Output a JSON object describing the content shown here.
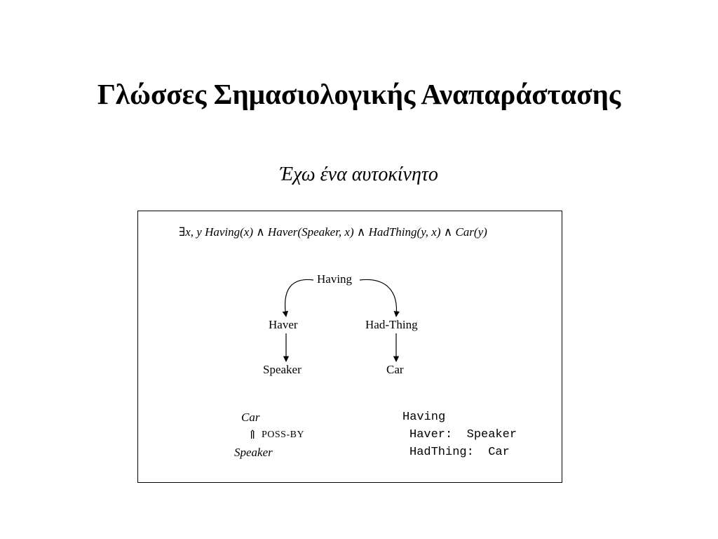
{
  "slide": {
    "title": "Γλώσσες Σημασιολογικής Αναπαράστασης",
    "subtitle": "Έχω ένα αυτοκίνητο"
  },
  "figure": {
    "logic_formula": "∃x, y Having(x) ∧ Haver(Speaker, x) ∧ HadThing(y, x) ∧ Car(y)",
    "graph": {
      "root": "Having",
      "left_relation": "Haver",
      "right_relation": "Had-Thing",
      "left_value": "Speaker",
      "right_value": "Car"
    },
    "conceptual_dependency": {
      "top": "Car",
      "arrow": "⇑",
      "relation": "POSS-BY",
      "bottom": "Speaker"
    },
    "frame": {
      "name": "Having",
      "slot1": "Haver:  Speaker",
      "slot2": "HadThing:  Car"
    }
  }
}
